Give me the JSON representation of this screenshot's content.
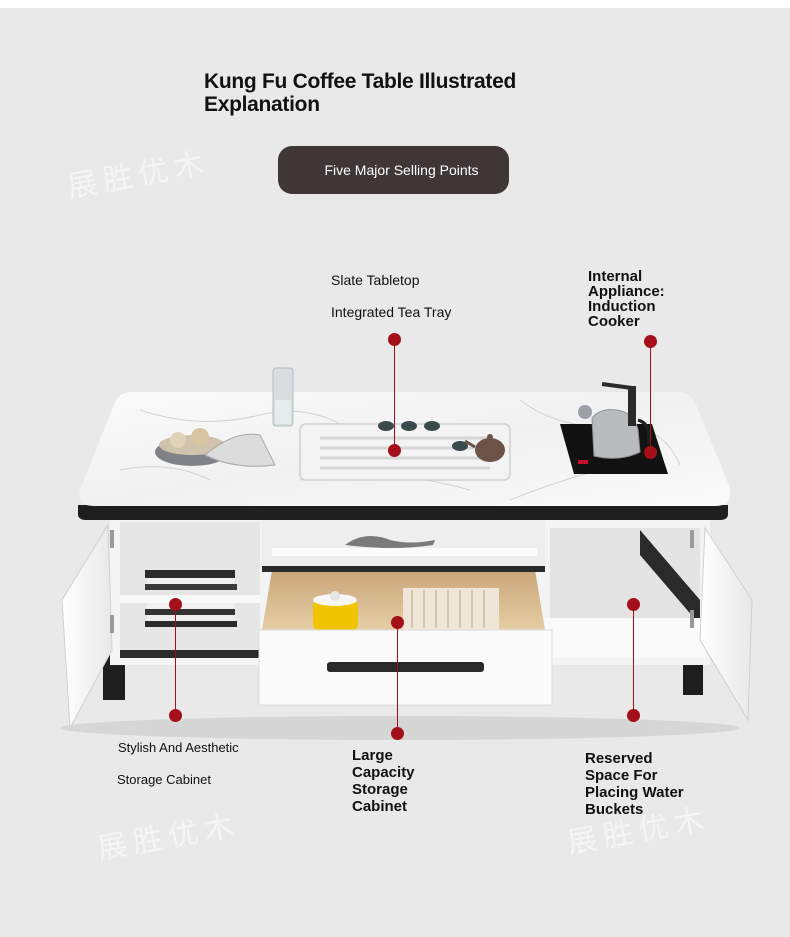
{
  "header": {
    "title_line1": "Kung Fu Coffee Table Illustrated",
    "title_line2": "Explanation",
    "pill_label": "Five Major Selling Points"
  },
  "watermark": "展胜优木",
  "callouts": {
    "slate_tabletop": "Slate Tabletop",
    "tea_tray": "Integrated Tea Tray",
    "cooker_line1": "Internal",
    "cooker_line2": "Appliance:",
    "cooker_line3": "Induction",
    "cooker_line4": "Cooker",
    "cabinet_line1": "Stylish And Aesthetic",
    "cabinet_line2": "Storage Cabinet",
    "drawer_line1": "Large",
    "drawer_line2": "Capacity",
    "drawer_line3": "Storage",
    "drawer_line4": "Cabinet",
    "bucket_line1": "Reserved",
    "bucket_line2": "Space For",
    "bucket_line3": "Placing Water",
    "bucket_line4": "Buckets"
  },
  "colors": {
    "background": "#e9e9ea",
    "pill": "#3e3735",
    "marker": "#a3101a",
    "table_white": "#f7f7f7",
    "frame_black": "#1e1e1e",
    "wood": "#d9b98a"
  }
}
